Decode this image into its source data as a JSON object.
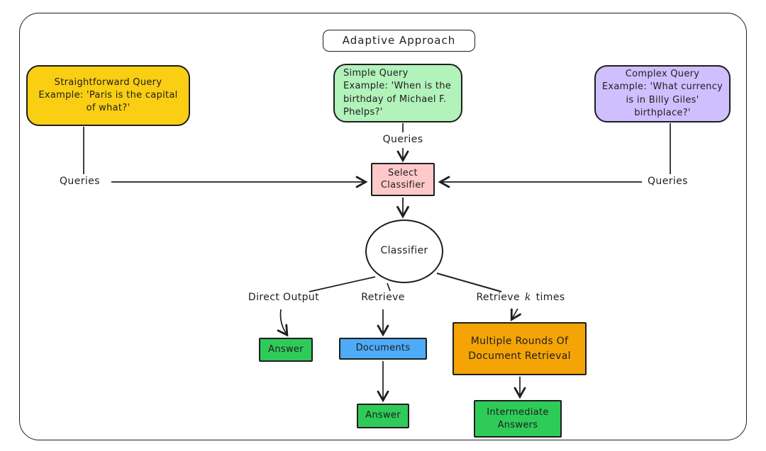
{
  "title": "Adaptive Approach",
  "colors": {
    "stroke": "#1e1e1e",
    "yellow": "#f9ce13",
    "light_green": "#b2f2bb",
    "purple": "#d0bfff",
    "pink": "#ffc9c9",
    "blue": "#4dabf7",
    "orange": "#f5a406",
    "green": "#2fcb59",
    "background": "#ffffff"
  },
  "examples": {
    "straightforward": {
      "text": "Straightforward Query Example: 'Paris is the capital of what?'"
    },
    "simple": {
      "text": "Simple Query Example: 'When is the birthday of Michael F. Phelps?'"
    },
    "complex": {
      "text": "Complex Query Example: 'What currency is in Billy Giles' birthplace?'"
    }
  },
  "labels": {
    "queries_left": "Queries",
    "queries_center": "Queries",
    "queries_right": "Queries",
    "direct_output": "Direct Output",
    "retrieve": "Retrieve",
    "retrieve_k": {
      "prefix": "Retrieve",
      "k": "k",
      "suffix": "times"
    }
  },
  "nodes": {
    "select_classifier": "Select Classifier",
    "classifier": "Classifier",
    "answer_direct": "Answer",
    "documents": "Documents",
    "multiple_rounds": "Multiple Rounds Of Document Retrieval",
    "answer_retrieve": "Answer",
    "intermediate_answers": "Intermediate Answers"
  }
}
